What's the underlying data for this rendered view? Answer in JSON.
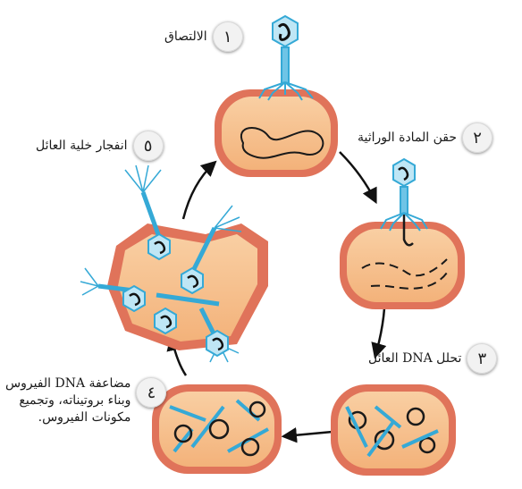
{
  "steps": [
    {
      "number": "١",
      "label": "الالتصاق"
    },
    {
      "number": "٢",
      "label": "حقن المادة الوراثية"
    },
    {
      "number": "٣",
      "label": "تحلل DNA العائل"
    },
    {
      "number": "٤",
      "label_lines": [
        "مضاعفة DNA الفيروس",
        "وبناء بروتيناته، وتجميع",
        "مكونات الفيروس."
      ]
    },
    {
      "number": "٥",
      "label": "انفجار خلية العائل"
    }
  ],
  "colors": {
    "cell_wall": "#e0735a",
    "cytoplasm": "#f7c08e",
    "phage": "#35a9d6",
    "dna": "#1a1a1a",
    "arrow": "#111111"
  },
  "icons": [
    "bacteriophage-icon",
    "bacterial-cell-icon",
    "cycle-arrow-icon"
  ]
}
